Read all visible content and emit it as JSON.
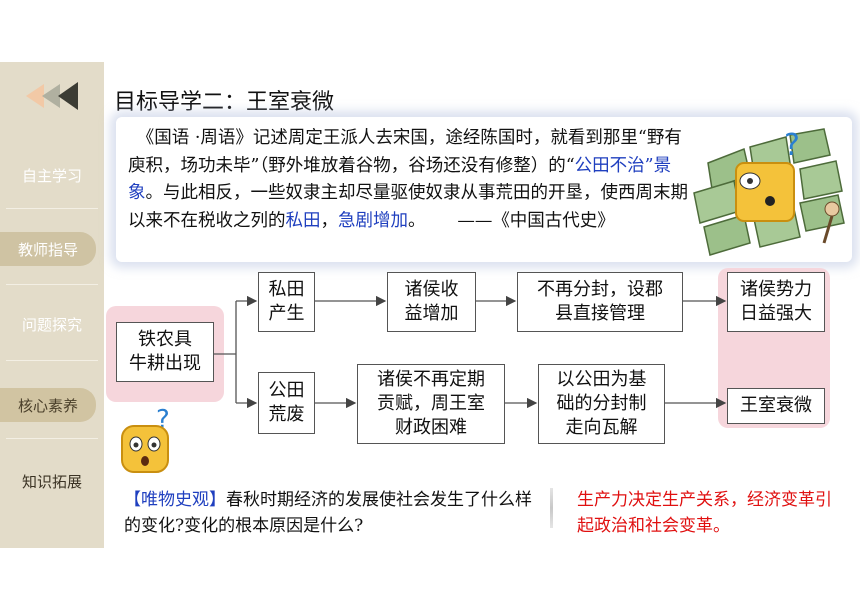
{
  "sidebar": {
    "items": [
      {
        "label": "自主学习"
      },
      {
        "label": "教师指导"
      },
      {
        "label": "问题探究"
      },
      {
        "label": "核心素养"
      },
      {
        "label": "知识拓展"
      }
    ]
  },
  "heading": "目标导学二：王室衰微",
  "quote": {
    "part1": "《国语 ·周语》记述周定王派人去宋国，途经陈国时，就看到那里“野有庾积，场功未毕”（野外堆放着谷物，谷场还没有修整）的“",
    "hl1": "公田不治”景象",
    "part2": "。与此相反，一些奴隶主却尽量驱使奴隶从事荒田的开垦，使西周末期以来不在税收之列的",
    "hl2": "私田",
    "part3": "，",
    "hl3": "急剧增加",
    "part4": "。　　 ——《中国古代史》"
  },
  "flow": {
    "start": "铁农具\n牛耕出现",
    "upper": [
      "私田\n产生",
      "诸侯收\n益增加",
      "不再分封，设郡\n县直接管理",
      "诸侯势力\n日益强大"
    ],
    "lower": [
      "公田\n荒废",
      "诸侯不再定期\n贡赋，周王室\n财政困难",
      "以公田为基\n础的分封制\n走向瓦解",
      "王室衰微"
    ]
  },
  "question": {
    "tag": "【唯物史观】",
    "text": "春秋时期经济的发展使社会发生了什么样的变化?变化的根本原因是什么?"
  },
  "answer": "生产力决定生产关系，经济变革引起政治和社会变革。",
  "colors": {
    "highlight": "#1f3fbf",
    "answer": "#e01010",
    "pink": "#f6d6dc",
    "sidebar": "#e3dcc9"
  }
}
